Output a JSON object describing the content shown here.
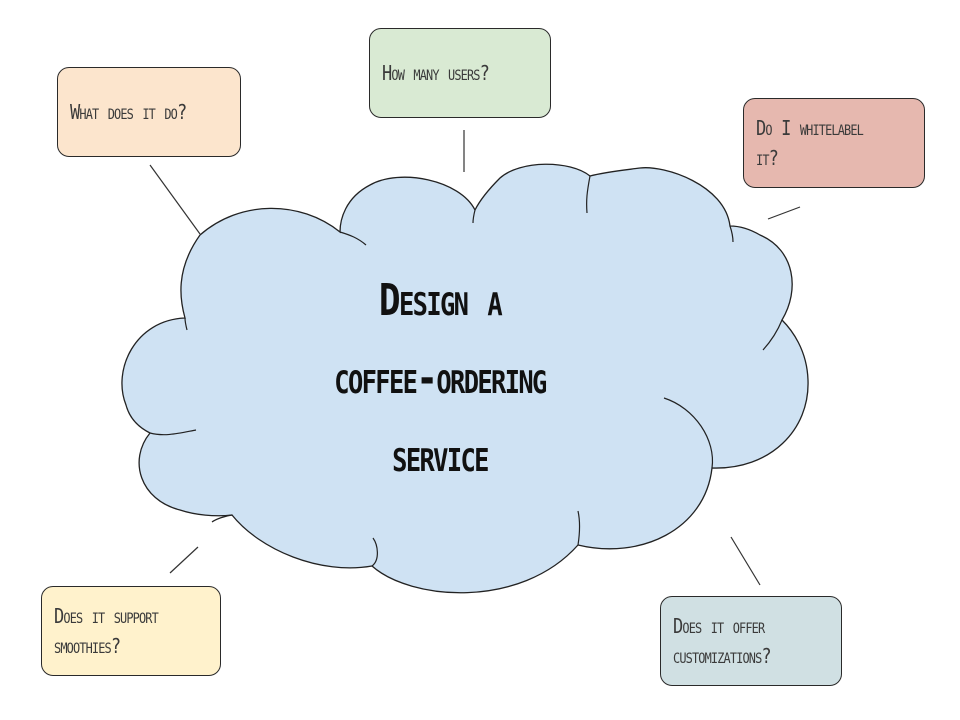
{
  "central_topic": {
    "lines": [
      "Design a",
      "coffee-ordering",
      "service"
    ],
    "fill_color": "#cfe2f3"
  },
  "questions": [
    {
      "id": "what",
      "text": "What does it do?",
      "fill_color": "#fce5cd"
    },
    {
      "id": "users",
      "text": "How many users?",
      "fill_color": "#d9ead3"
    },
    {
      "id": "whitelabel",
      "text": "Do I whitelabel it?",
      "fill_color": "#e6b8af"
    },
    {
      "id": "smoothies",
      "text": "Does it support smoothies?",
      "fill_color": "#fff2cc"
    },
    {
      "id": "customizations",
      "text": "Does it offer customizations?",
      "fill_color": "#d0e0e3"
    }
  ]
}
